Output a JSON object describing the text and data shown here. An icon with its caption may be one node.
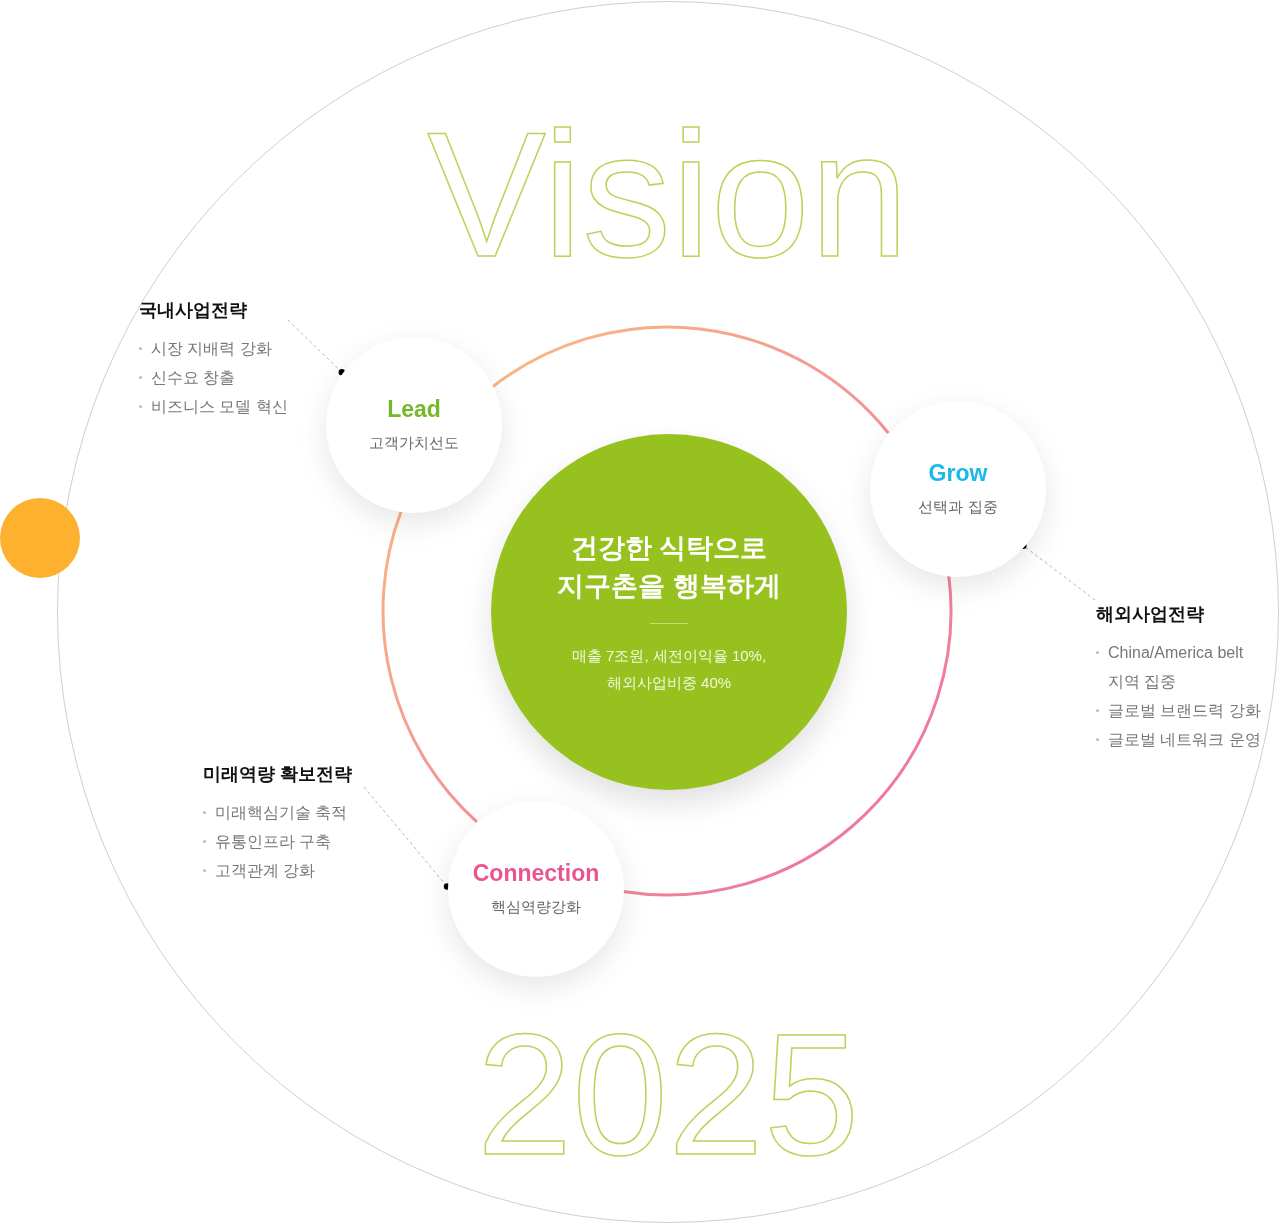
{
  "diagram": {
    "nodes": [
      {
        "text": [
          "Vision",
          "2025"
        ]
      },
      {
        "text": [
          "건강한 식탁으로 지구촌을 행복하게",
          "매출 7조원, 세전이익율 10%, 해외사업비중 40%"
        ],
        "in": 0
      },
      {
        "text": [
          "Lead",
          "고객가치선도"
        ],
        "in": 0
      },
      {
        "text": [
          "Grow",
          "선택과 집중"
        ],
        "in": 0
      },
      {
        "text": [
          "Connection",
          "핵심역량강화"
        ],
        "in": 0
      },
      {
        "text": [
          "국내사업전략",
          "시장 지배력 강화",
          "신수요 창출",
          "비즈니스 모델 혁신"
        ],
        "in": 0
      },
      {
        "text": [
          "해외사업전략",
          "China/America belt 지역 집중",
          "글로벌 브랜드력 강화",
          "글로벌 네트워크 운영"
        ],
        "in": 0
      },
      {
        "text": [
          "미래역량 확보전략",
          "미래핵심기술 축적",
          "유통인프라 구축",
          "고객관계 강화"
        ],
        "in": 0
      },
      {
        "text": [],
        "shape": "circle"
      }
    ],
    "edges": [
      {
        "from": 2,
        "to": 3,
        "arrow": "none"
      },
      {
        "from": 3,
        "to": 4,
        "arrow": "none"
      },
      {
        "from": 4,
        "to": 2,
        "arrow": "none"
      },
      {
        "from": 5,
        "to": 2,
        "arrow": "other",
        "style": "dashed"
      },
      {
        "from": 6,
        "to": 3,
        "arrow": "other",
        "style": "dashed"
      },
      {
        "from": 7,
        "to": 4,
        "arrow": "other",
        "style": "dashed"
      }
    ]
  }
}
